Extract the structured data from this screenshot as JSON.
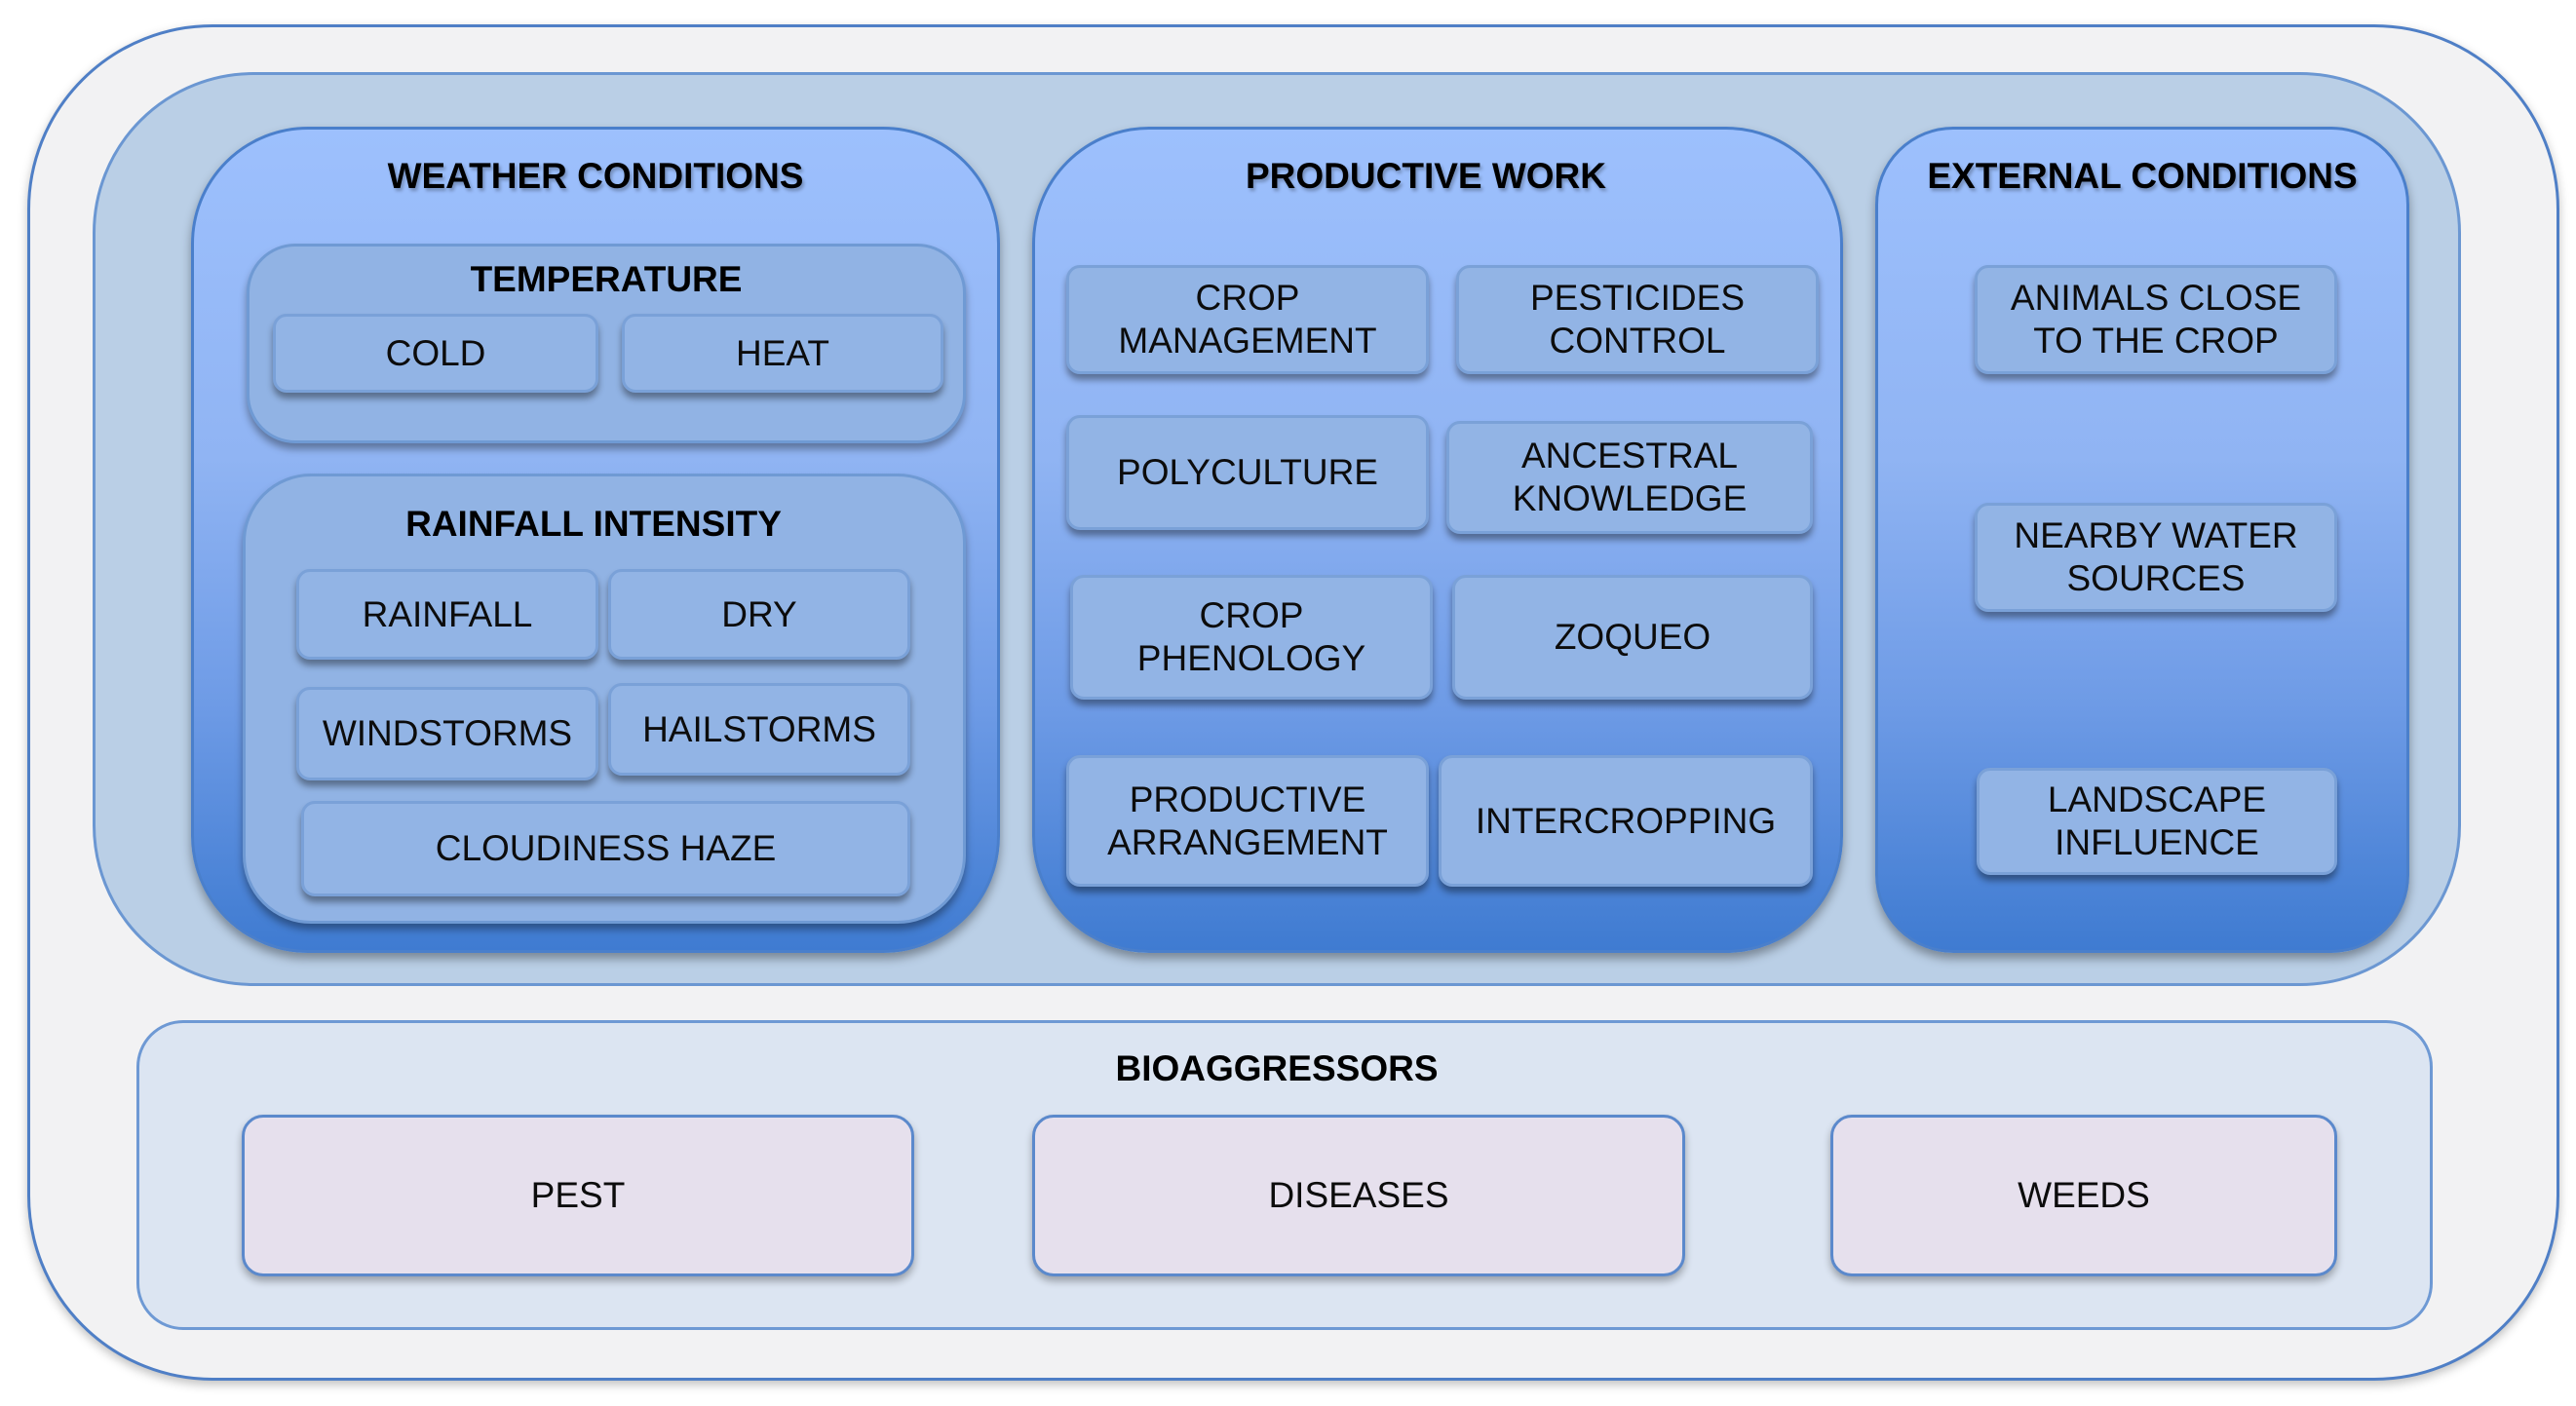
{
  "weather": {
    "title": "WEATHER CONDITIONS",
    "temperature": {
      "title": "TEMPERATURE",
      "items": [
        "COLD",
        "HEAT"
      ]
    },
    "rainfall": {
      "title": "RAINFALL INTENSITY",
      "items": [
        "RAINFALL",
        "DRY",
        "WINDSTORMS",
        "HAILSTORMS",
        "CLOUDINESS HAZE"
      ]
    }
  },
  "productive": {
    "title": "PRODUCTIVE WORK",
    "items": [
      "CROP\nMANAGEMENT",
      "PESTICIDES\nCONTROL",
      "POLYCULTURE",
      "ANCESTRAL\nKNOWLEDGE",
      "CROP\nPHENOLOGY",
      "ZOQUEO",
      "PRODUCTIVE\nARRANGEMENT",
      "INTERCROPPING"
    ]
  },
  "external": {
    "title": "EXTERNAL CONDITIONS",
    "items": [
      "ANIMALS CLOSE\nTO THE CROP",
      "NEARBY WATER\nSOURCES",
      "LANDSCAPE\nINFLUENCE"
    ]
  },
  "bioaggressors": {
    "title": "BIOAGGRESSORS",
    "items": [
      "PEST",
      "DISEASES",
      "WEEDS"
    ]
  },
  "colors": {
    "panel_top": "#9dc0fd",
    "panel_bottom": "#3f7bd1",
    "box_fill": "#92b4e5",
    "bio_box_fill": "#e6e0ed"
  }
}
